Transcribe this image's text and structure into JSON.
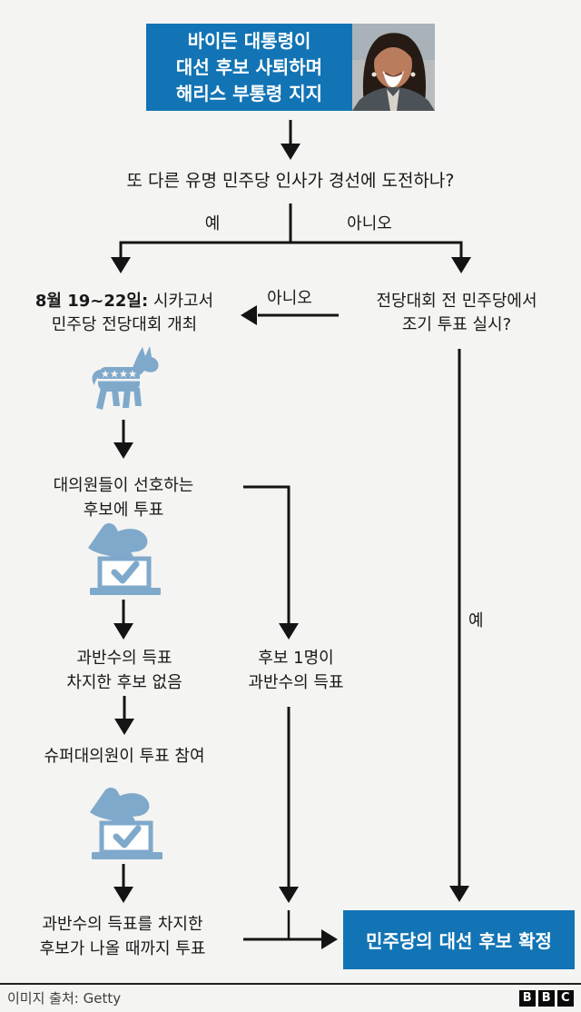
{
  "colors": {
    "background": "#F4F4F2",
    "box_blue": "#1274B4",
    "icon_blue": "#7FA9CB",
    "line_black": "#141414",
    "text_dark": "#191919"
  },
  "header": {
    "title_lines": [
      "바이든 대통령이",
      "대선 후보 사퇴하며",
      "해리스 부통령 지지"
    ],
    "photo_subject": "harris-portrait"
  },
  "flow": {
    "question_challenger": "또 다른 유명 민주당 인사가 경선에 도전하나?",
    "label_yes": "예",
    "label_no": "아니오",
    "convention": {
      "date": "8월 19~22일:",
      "line1_rest": " 시카고서",
      "line2": "민주당 전당대회 개최"
    },
    "question_early_vote_lines": [
      "전당대회 전 민주당에서",
      "조기 투표 실시?"
    ],
    "label_no_early_vote": "아니오",
    "delegates_vote_lines": [
      "대의원들이 선호하는",
      "후보에 투표"
    ],
    "no_majority_lines": [
      "과반수의 득표",
      "차지한 후보 없음"
    ],
    "superdelegates_join": "슈퍼대의원이 투표 참여",
    "vote_until_majority_lines": [
      "과반수의 득표를 차지한",
      "후보가 나올 때까지 투표"
    ],
    "one_candidate_majority_lines": [
      "후보 1명이",
      "과반수의 득표"
    ],
    "label_yes_right": "예",
    "final_result": "민주당의 대선 후보 확정"
  },
  "footer": {
    "credit": "이미지 출처: Getty",
    "bbc_logo": [
      "B",
      "B",
      "C"
    ]
  }
}
